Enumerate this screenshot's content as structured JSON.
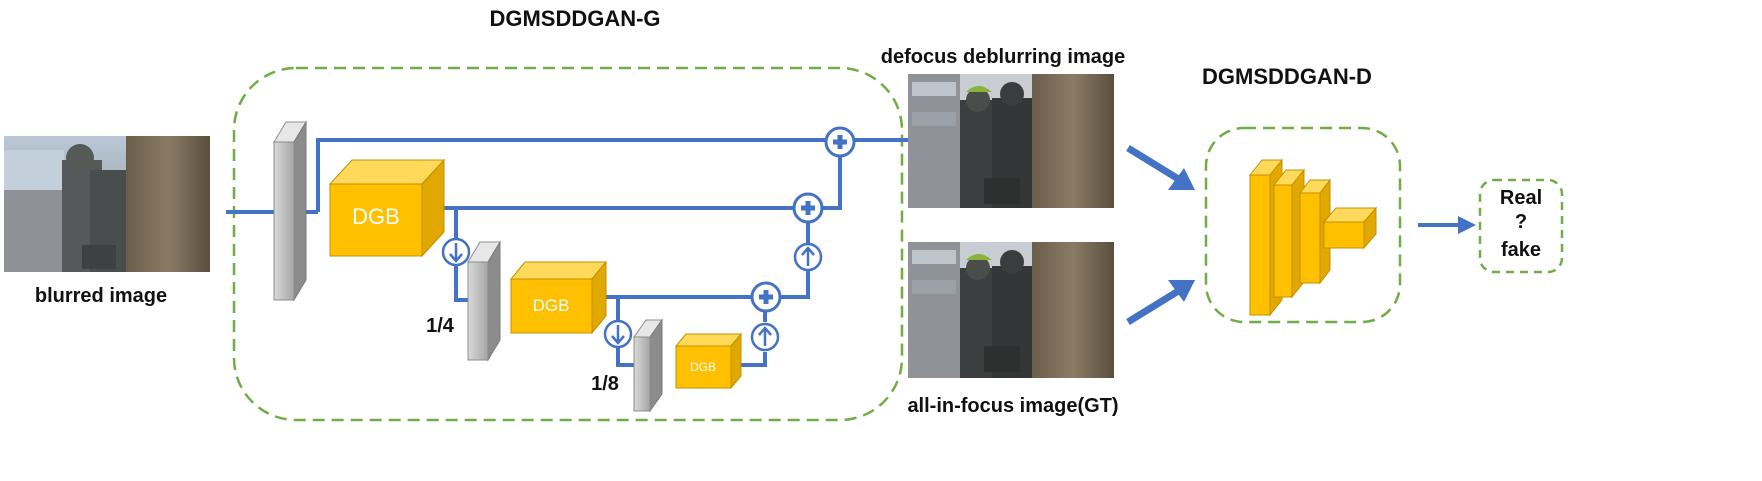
{
  "generator": {
    "title": "DGMSDDGAN-G",
    "blocks": [
      {
        "label": "DGB"
      },
      {
        "label": "DGB"
      },
      {
        "label": "DGB"
      }
    ],
    "scales": [
      "1/4",
      "1/8"
    ]
  },
  "discriminator": {
    "title": "DGMSDDGAN-D",
    "output": [
      "Real",
      "?",
      "fake"
    ]
  },
  "images": {
    "input": "blurred image",
    "output": "defocus deblurring image",
    "ground_truth": "all-in-focus image(GT)"
  },
  "colors": {
    "flow_line": "#4472c4",
    "block_fill": "#ffc000",
    "block_edge": "#c09000",
    "conv_slab": "#a6a6a6",
    "dashed_border": "#70ad47"
  },
  "icons": [
    "plus-node-icon",
    "downsample-icon",
    "upsample-icon",
    "arrow-icon"
  ]
}
